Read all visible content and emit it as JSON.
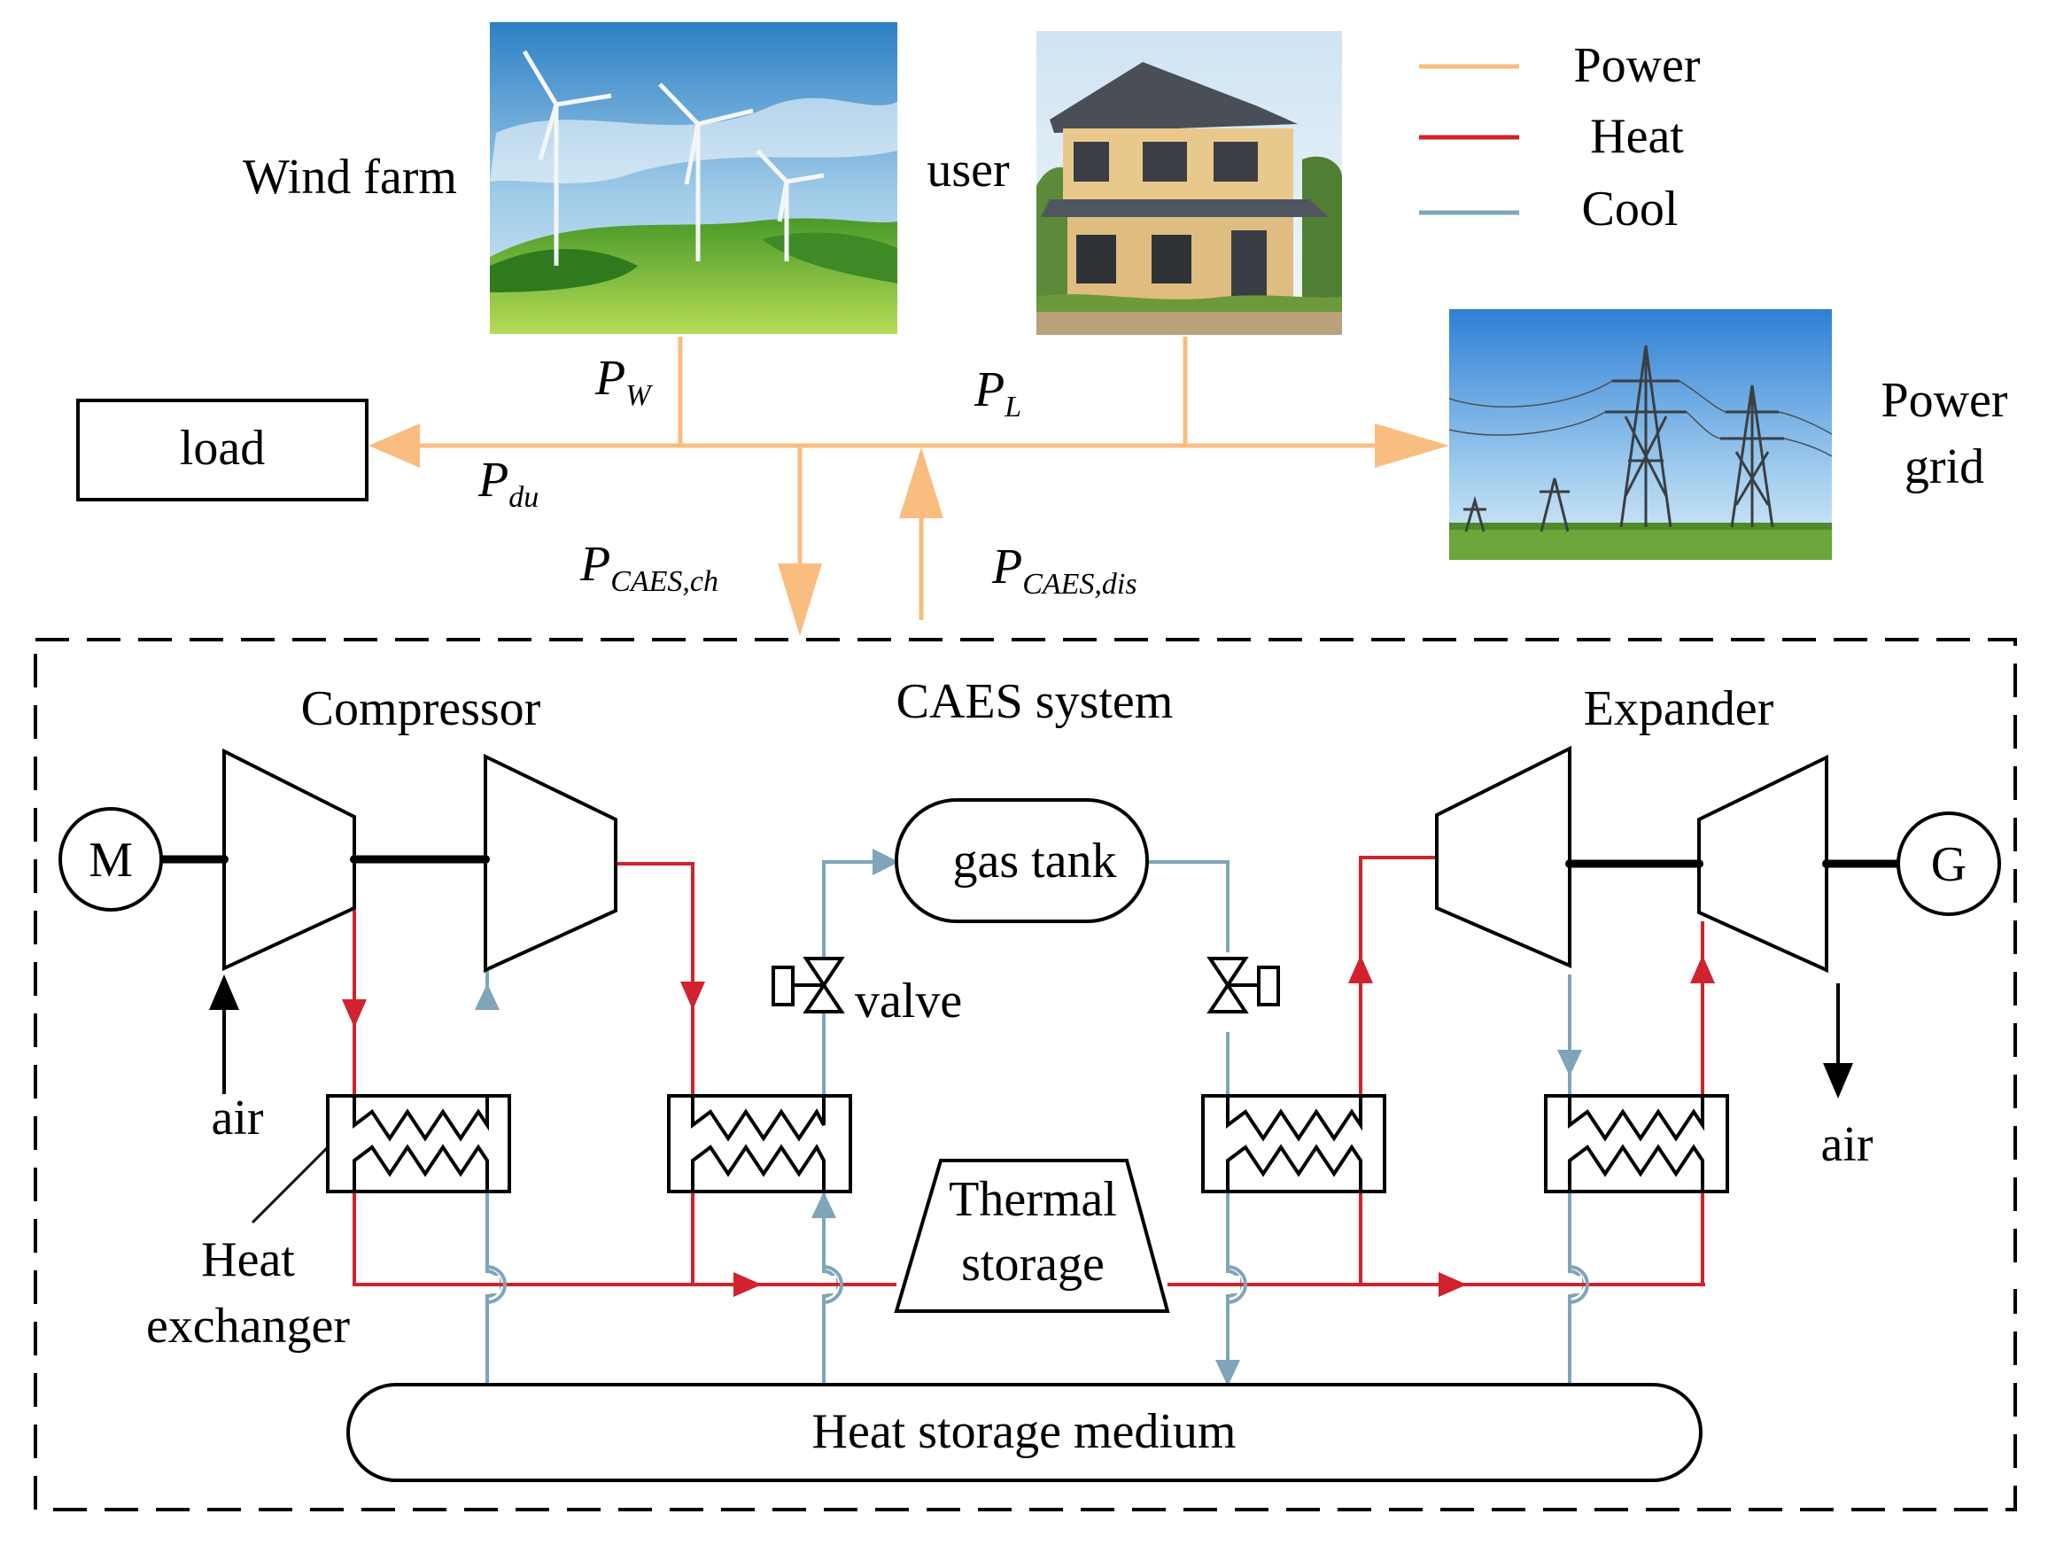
{
  "legend": {
    "power": "Power",
    "heat": "Heat",
    "cool": "Cool"
  },
  "colors": {
    "power": "#f9bd7f",
    "heat": "#d0232e",
    "cool": "#7fa5b8"
  },
  "nodes": {
    "wind_farm": "Wind farm",
    "user": "user",
    "power_grid_line1": "Power",
    "power_grid_line2": "grid",
    "load": "load"
  },
  "flows": {
    "pw_main": "P",
    "pw_sub": "W",
    "pl_main": "P",
    "pl_sub": "L",
    "pdu_main": "P",
    "pdu_sub": "du",
    "pch_main": "P",
    "pch_sub": "CAES,ch",
    "pdis_main": "P",
    "pdis_sub": "CAES,dis"
  },
  "caes": {
    "title": "CAES system",
    "compressor": "Compressor",
    "expander": "Expander",
    "motor": "M",
    "generator": "G",
    "gas_tank": "gas tank",
    "valve": "valve",
    "air_in": "air",
    "air_out": "air",
    "heat_exchanger_line1": "Heat",
    "heat_exchanger_line2": "exchanger",
    "thermal_storage_line1": "Thermal",
    "thermal_storage_line2": "storage",
    "heat_storage_medium": "Heat storage medium"
  },
  "images": {
    "wind_farm": "wind-farm-photo",
    "user": "house-photo",
    "power_grid": "transmission-towers-photo"
  }
}
